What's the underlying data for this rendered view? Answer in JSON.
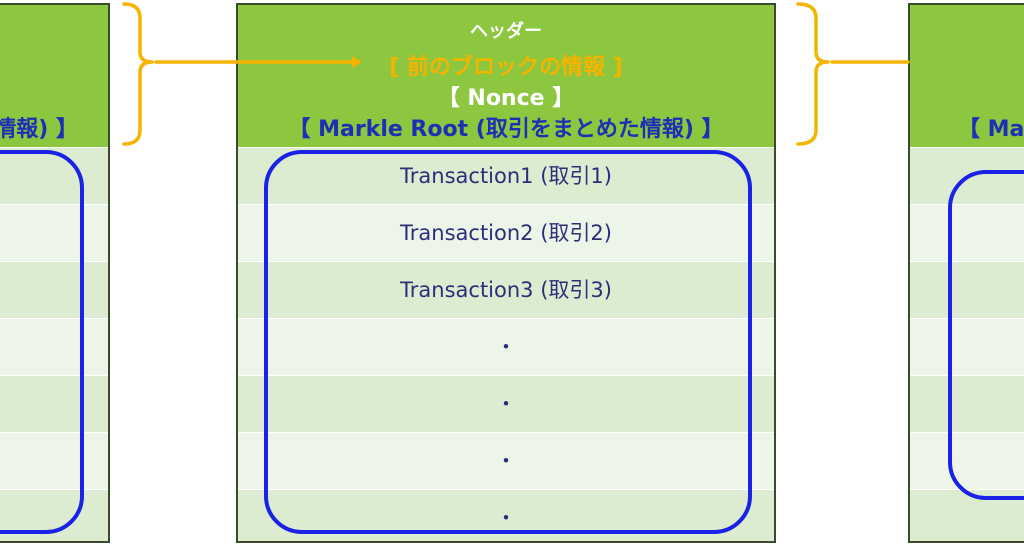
{
  "colors": {
    "header_green": "#8dc63f",
    "row_dark": "#dcecd0",
    "row_light": "#edf5e8",
    "brace_orange": "#f5b400",
    "frame_blue": "#1a22e6",
    "root_text_blue": "#1f2fb5"
  },
  "left_block": {
    "root_fragment": "情報) 】"
  },
  "center_block": {
    "header_title": "ヘッダー",
    "prev_info": "[ 前のブロックの情報 ]",
    "nonce": "【 Nonce 】",
    "markle_root": "【 Markle Root (取引をまとめた情報) 】",
    "transactions": [
      "Transaction1 (取引1)",
      "Transaction2 (取引2)",
      "Transaction3 (取引3)",
      "・",
      "・",
      "・",
      "・"
    ]
  },
  "right_block": {
    "root_fragment": "【 Mar"
  }
}
